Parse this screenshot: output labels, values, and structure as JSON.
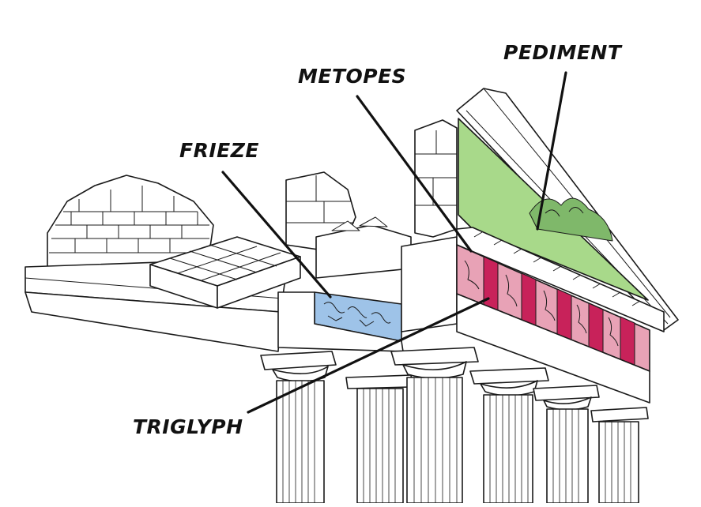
{
  "labels": {
    "pediment": "PEDIMENT",
    "metopes": "METOPES",
    "frieze": "FRIEZE",
    "triglyph": "TRIGLYPH"
  },
  "colors": {
    "pediment_fill": "#a8d98a",
    "metope_fill": "#e8a2b6",
    "triglyph_fill": "#c8225a",
    "frieze_fill": "#9ec3e8",
    "line": "#1a1a1a",
    "stone": "#ffffff"
  }
}
